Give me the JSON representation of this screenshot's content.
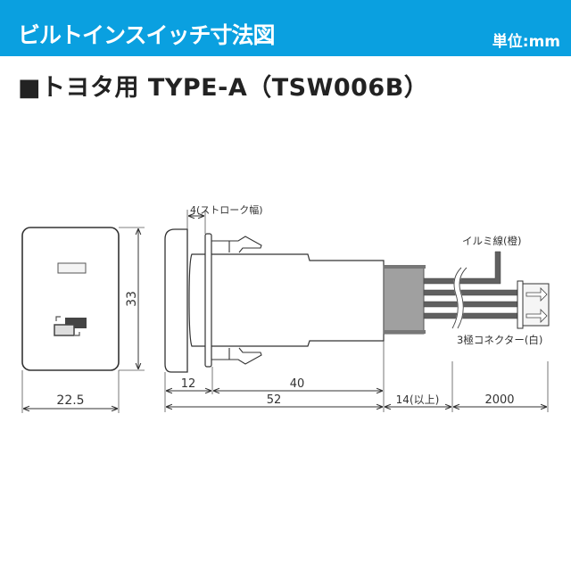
{
  "header": {
    "title": "ビルトインスイッチ寸法図",
    "unit": "単位:mm"
  },
  "subtitle": "■トヨタ用 TYPE-A（TSW006B）",
  "dimensions": {
    "height": "33",
    "width": "22.5",
    "stroke": "4(ストローク幅)",
    "front_depth": "12",
    "body_depth": "40",
    "total_depth": "52",
    "connector_min": "14(以上)",
    "cable_length": "2000"
  },
  "labels": {
    "illumi_wire": "イルミ線(橙)",
    "connector": "3極コネクター(白)"
  },
  "colors": {
    "header": "#0aa0e0",
    "boot": "#a0a0a0",
    "wire": "#606060"
  }
}
